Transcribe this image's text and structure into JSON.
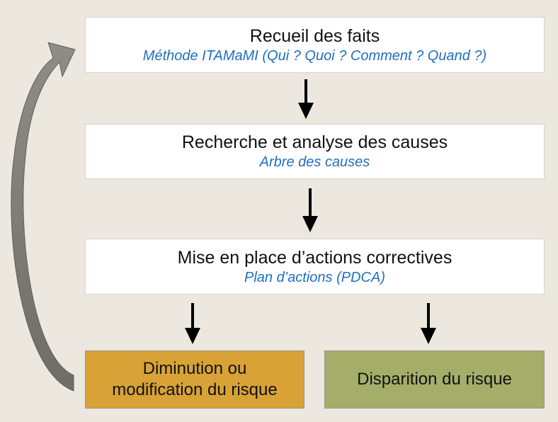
{
  "steps": [
    {
      "title": "Recueil des faits",
      "subtitle": "Méthode ITAMaMI (Qui ? Quoi ? Comment ? Quand ?)"
    },
    {
      "title": "Recherche et analyse des causes",
      "subtitle": "Arbre des causes"
    },
    {
      "title": "Mise en place d’actions correctives",
      "subtitle": "Plan d’actions (PDCA)"
    }
  ],
  "outcomes": {
    "left": {
      "line1": "Diminution ou",
      "line2": "modification du risque",
      "color": "#d8a236"
    },
    "right": {
      "label": "Disparition du risque",
      "color": "#a5ae69"
    }
  },
  "colors": {
    "background": "#ece8e0",
    "subtitle": "#1f6fbf",
    "loop_arrow": "#7c7c74"
  }
}
